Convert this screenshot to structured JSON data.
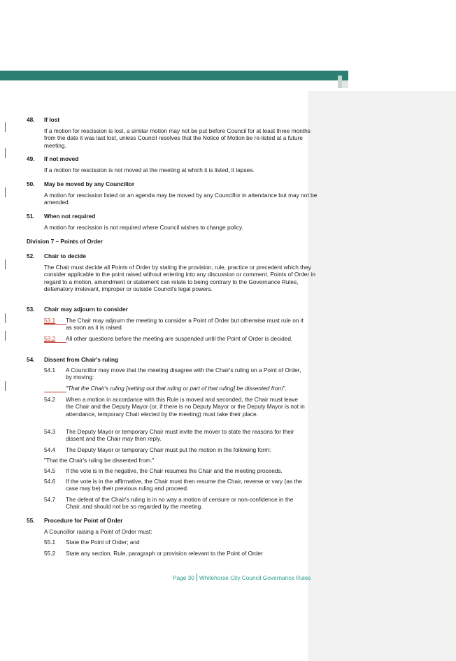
{
  "sections": {
    "s48": {
      "num": "48.",
      "title": "If lost",
      "body": "If a motion for rescission is lost, a similar motion may not be put before Council for at least three months from the date it was last lost, unless Council resolves that the Notice of Motion be re-listed at a future meeting."
    },
    "s49": {
      "num": "49.",
      "title": "If not moved",
      "body": "If a motion for rescission is not moved at the meeting at which it is listed, it lapses."
    },
    "s50": {
      "num": "50.",
      "title": "May be moved by any Councillor",
      "body": "A motion for rescission listed on an agenda may be moved by any Councillor in attendance but may not be amended."
    },
    "s51": {
      "num": "51.",
      "title": "When not required",
      "body": "A motion for rescission is not required where Council wishes to change policy."
    },
    "division": "Division 7 – Points of Order",
    "s52": {
      "num": "52.",
      "title": "Chair to decide",
      "body": "The Chair must decide all Points of Order by stating the provision, rule, practice or precedent which they consider applicable to the point raised without entering into any discussion or comment. Points of Order in regard to a motion, amendment or statement can relate to being contrary to the Governance Rules, defamatory irrelevant, improper or outside Council's legal powers."
    },
    "s53": {
      "num": "53.",
      "title": "Chair may adjourn to consider",
      "items": [
        {
          "num": "53.1",
          "text": "The Chair may adjourn the meeting to consider a Point of Order but otherwise must rule on it as soon as it is raised."
        },
        {
          "num": "53.2",
          "text": "All other questions before the meeting are suspended until the Point of Order is decided."
        }
      ]
    },
    "s54": {
      "num": "54.",
      "title": "Dissent from Chair's ruling",
      "i1": {
        "num": "54.1",
        "text": "A Councillor may move that the meeting disagree with the Chair's ruling on a Point of Order, by moving:"
      },
      "quote": "\"That the Chair's ruling [setting out that ruling or part of that ruling] be dissented from\".",
      "i2": {
        "num": "54.2",
        "text": "When a motion in accordance with this Rule is moved and seconded, the Chair must leave the Chair and the Deputy Mayor (or, if there is no Deputy Mayor or the Deputy Mayor is not in attendance, temporary Chair elected by the meeting) must take their place."
      },
      "i3": {
        "num": "54.3",
        "text": "The Deputy Mayor or temporary Chair must invite the mover to state the reasons for their dissent and the Chair may then reply."
      },
      "i4": {
        "num": "54.4",
        "text": "The Deputy Mayor or temporary Chair must put the motion in the following form:"
      },
      "form": "\"That the Chair's ruling be dissented from.\"",
      "i5": {
        "num": "54.5",
        "text": "If the vote is in the negative, the Chair resumes the Chair and the meeting proceeds."
      },
      "i6": {
        "num": "54.6",
        "text": "If the vote is in the affirmative, the Chair must then resume the Chair, reverse or vary (as the case may be) their previous ruling and proceed."
      },
      "i7": {
        "num": "54.7",
        "text": "The defeat of the Chair's ruling is in no way a motion of censure or non-confidence in the Chair, and should not be so regarded by the meeting."
      }
    },
    "s55": {
      "num": "55.",
      "title": "Procedure for Point of Order",
      "body": "A Councillor raising a Point of Order must:",
      "i1": {
        "num": "55.1",
        "text": "State the Point of Order; and"
      },
      "i2": {
        "num": "55.2",
        "text": "State any section, Rule, paragraph or provision relevant to the Point of Order"
      }
    }
  },
  "footer": {
    "page": "Page 30",
    "title": "Whitehorse City Council Governance Rules"
  },
  "colors": {
    "band": "#2a7f72",
    "footer": "#2a9d8f",
    "insert": "#c0392b",
    "comment_pane": "#f2f2f2"
  }
}
